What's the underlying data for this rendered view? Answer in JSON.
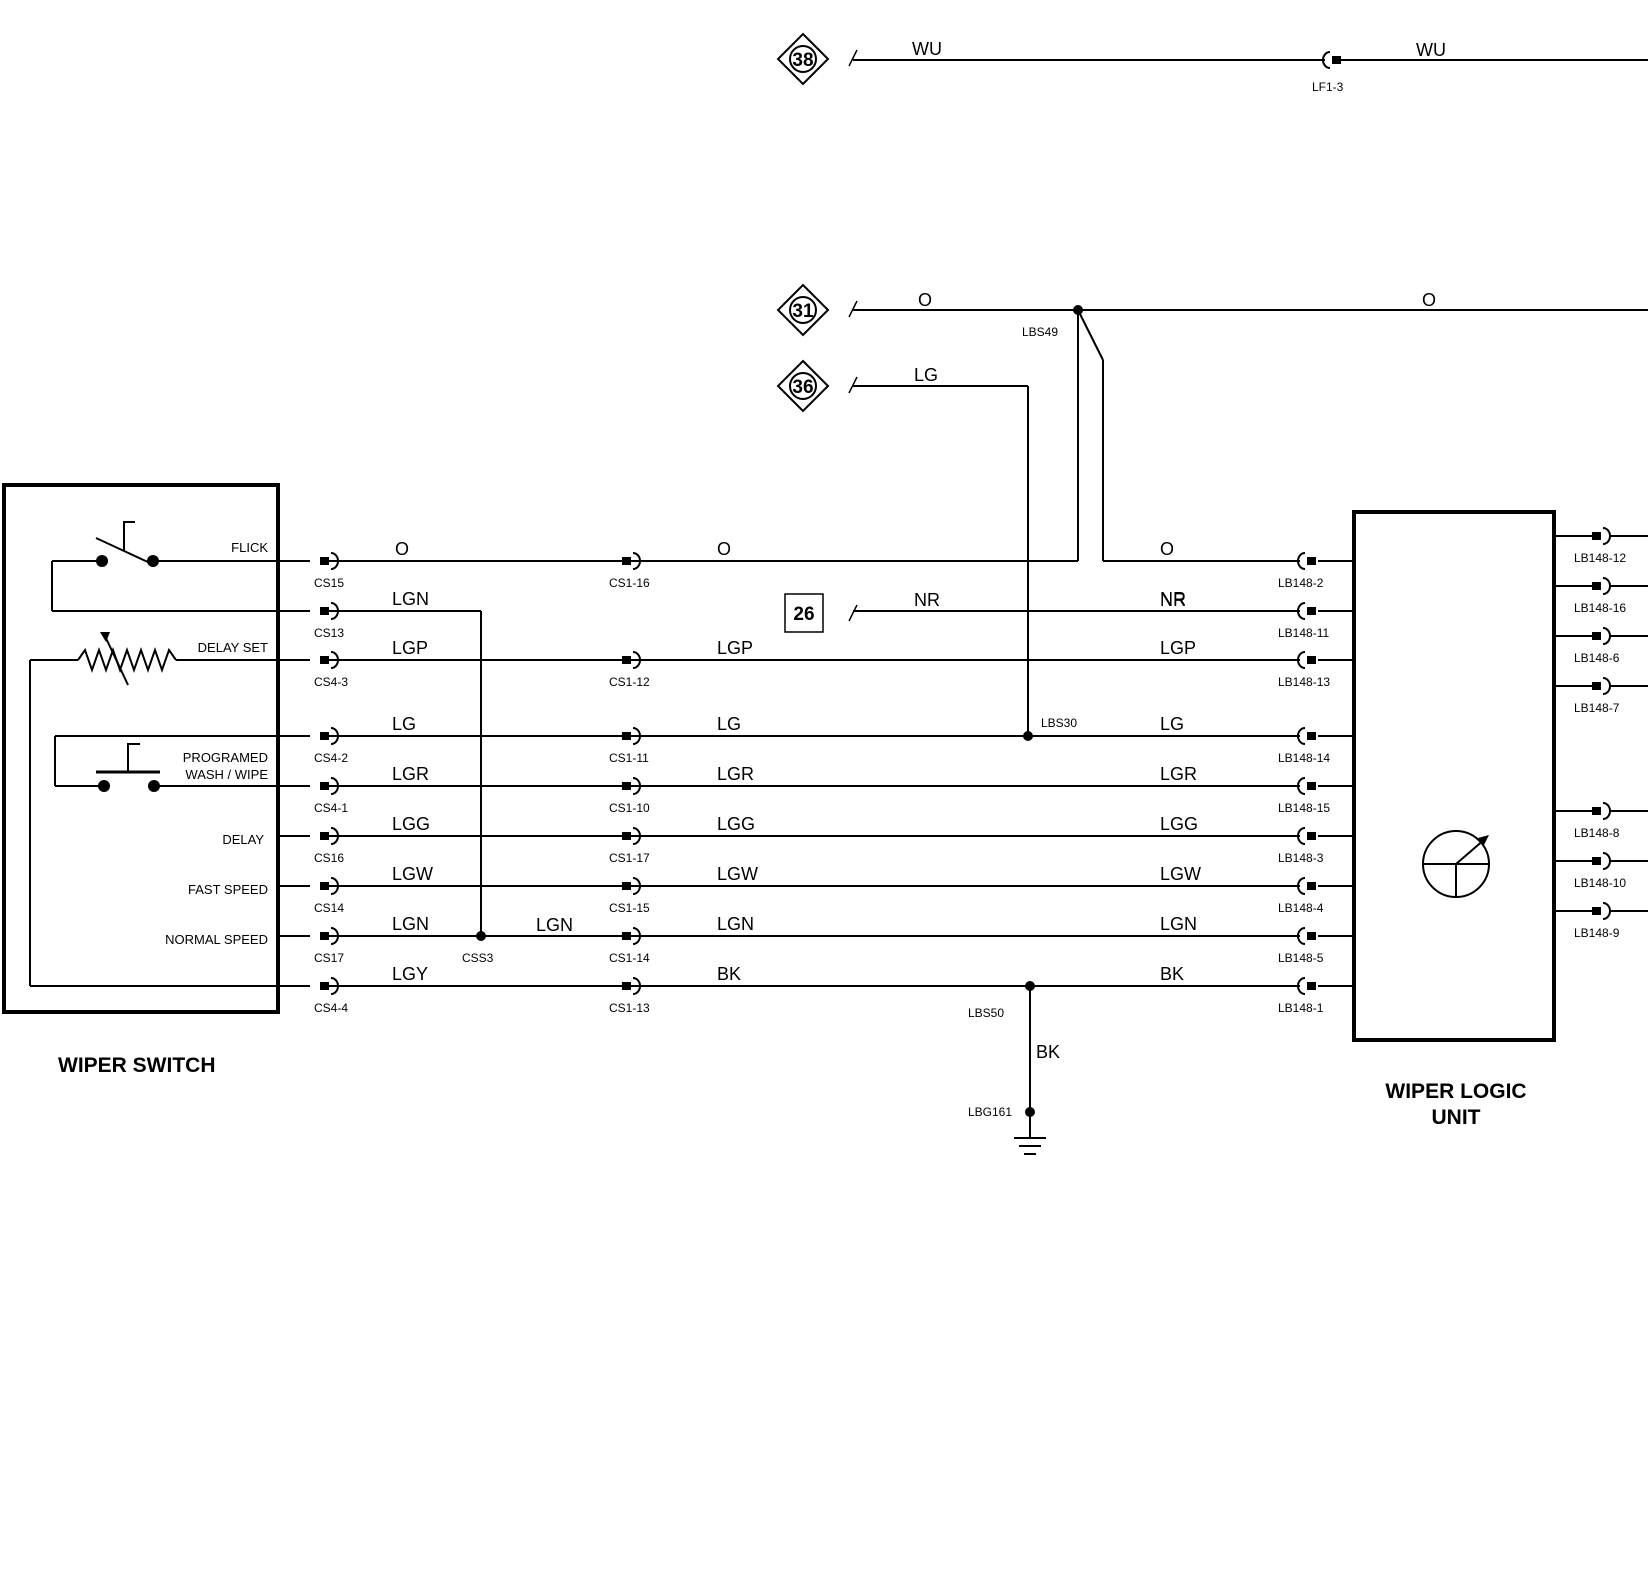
{
  "switch_title": "WIPER SWITCH",
  "logic_unit_title": [
    "WIPER LOGIC",
    "UNIT"
  ],
  "switch_functions": {
    "flick": "FLICK",
    "delay_set": "DELAY SET",
    "programed_1": "PROGRAMED",
    "programed_2": "WASH / WIPE",
    "delay": "DELAY",
    "fast_speed": "FAST SPEED",
    "normal_speed": "NORMAL SPEED"
  },
  "references": {
    "ref_38": "38",
    "ref_31": "31",
    "ref_36": "36",
    "ref_26": "26"
  },
  "top_wires": {
    "wu_1": "WU",
    "wu_2": "WU",
    "lf1_3": "LF1-3",
    "o_1": "O",
    "o_2": "O",
    "lg": "LG",
    "nr_1": "NR",
    "nr_2": "NR"
  },
  "splices": {
    "lbs49": "LBS49",
    "lbs30": "LBS30",
    "lbs50": "LBS50",
    "lbg161": "LBG161",
    "css3": "CSS3",
    "bk_ground": "BK"
  },
  "rows": [
    {
      "sw_conn": "CS15",
      "c1": "O",
      "mid_conn": "CS1-16",
      "c2": "O",
      "c3": "O",
      "lb_conn": "LB148-2"
    },
    {
      "sw_conn": "CS13",
      "c1": "LGN",
      "mid_conn": "",
      "c2": "",
      "c3": "NR",
      "lb_conn": "LB148-11"
    },
    {
      "sw_conn": "CS4-3",
      "c1": "LGP",
      "mid_conn": "CS1-12",
      "c2": "LGP",
      "c3": "LGP",
      "lb_conn": "LB148-13"
    },
    {
      "sw_conn": "CS4-2",
      "c1": "LG",
      "mid_conn": "CS1-11",
      "c2": "LG",
      "c3": "LG",
      "lb_conn": "LB148-14"
    },
    {
      "sw_conn": "CS4-1",
      "c1": "LGR",
      "mid_conn": "CS1-10",
      "c2": "LGR",
      "c3": "LGR",
      "lb_conn": "LB148-15"
    },
    {
      "sw_conn": "CS16",
      "c1": "LGG",
      "mid_conn": "CS1-17",
      "c2": "LGG",
      "c3": "LGG",
      "lb_conn": "LB148-3"
    },
    {
      "sw_conn": "CS14",
      "c1": "LGW",
      "mid_conn": "CS1-15",
      "c2": "LGW",
      "c3": "LGW",
      "lb_conn": "LB148-4"
    },
    {
      "sw_conn": "CS17",
      "c1": "LGN",
      "mid_conn": "CS1-14",
      "c2": "LGN",
      "c3": "LGN",
      "lb_conn": "LB148-5"
    },
    {
      "sw_conn": "CS4-4",
      "c1": "LGY",
      "mid_conn": "CS1-13",
      "c2": "BK",
      "c3": "BK",
      "lb_conn": "LB148-1"
    }
  ],
  "css3_segment": "LGN",
  "right_outputs": [
    "LB148-12",
    "LB148-16",
    "LB148-6",
    "LB148-7",
    "LB148-8",
    "LB148-10",
    "LB148-9"
  ]
}
